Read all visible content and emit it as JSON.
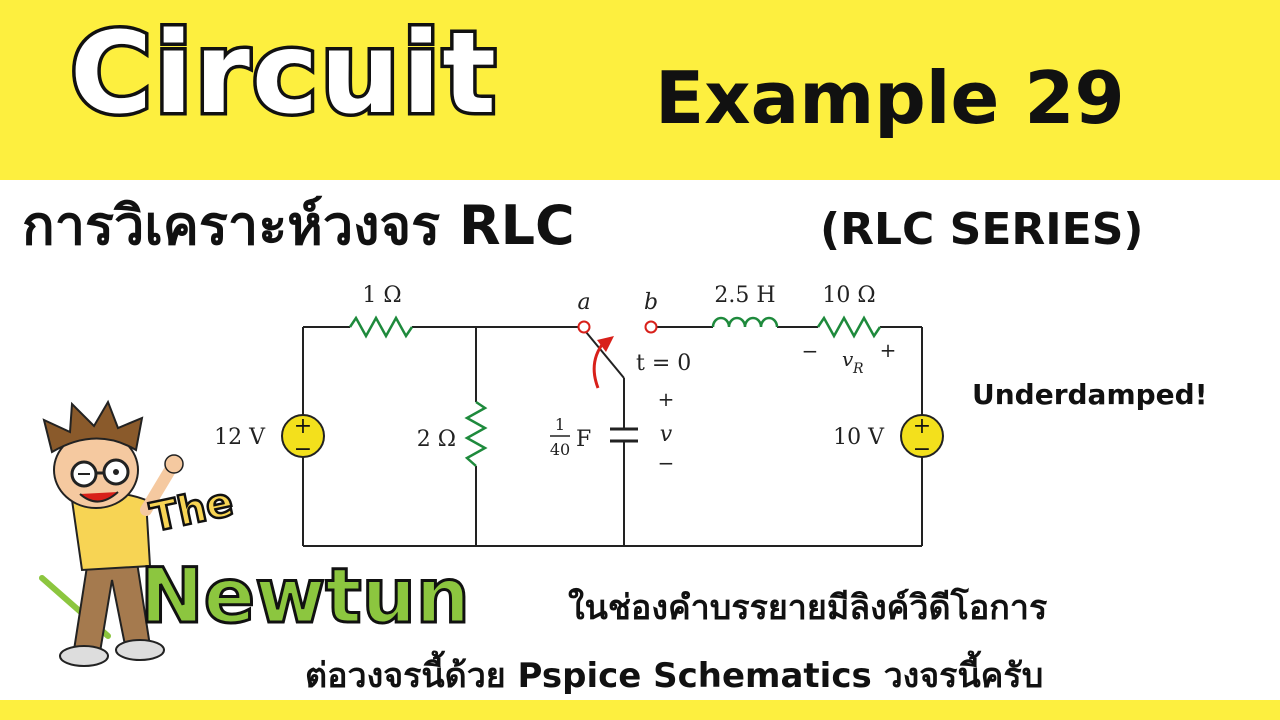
{
  "header": {
    "title": "Circuit",
    "example": "Example 29"
  },
  "subtitle": {
    "thai": "การวิเคราะห์วงจร RLC",
    "series": "(RLC SERIES)"
  },
  "circuit": {
    "r1": "1 Ω",
    "r2": "2 Ω",
    "source_left": "12 V",
    "cap_num": "1",
    "cap_den": "40",
    "cap_unit": "F",
    "node_a": "a",
    "node_b": "b",
    "switch_time": "t = 0",
    "v_plus": "+",
    "v_label": "v",
    "v_minus": "−",
    "inductor": "2.5 H",
    "r3": "10 Ω",
    "vr_minus": "−",
    "vr_label": "v",
    "vr_sub": "R",
    "vr_plus": "+",
    "source_right": "10 V",
    "src_plus": "+",
    "src_minus": "−"
  },
  "note": "Underdamped!",
  "mascot": {
    "the": "The",
    "name": "Newtun"
  },
  "captions": {
    "line1": "ในช่องคำบรรยายมีลิงค์วิดีโอการ",
    "line2": "ต่อวงจรนี้ด้วย Pspice Schematics วงจรนี้ครับ"
  },
  "colors": {
    "banner": "#fdef3f",
    "resistor": "#1e8a3c",
    "source_fill": "#f3e01c",
    "arrow": "#d8201a"
  }
}
